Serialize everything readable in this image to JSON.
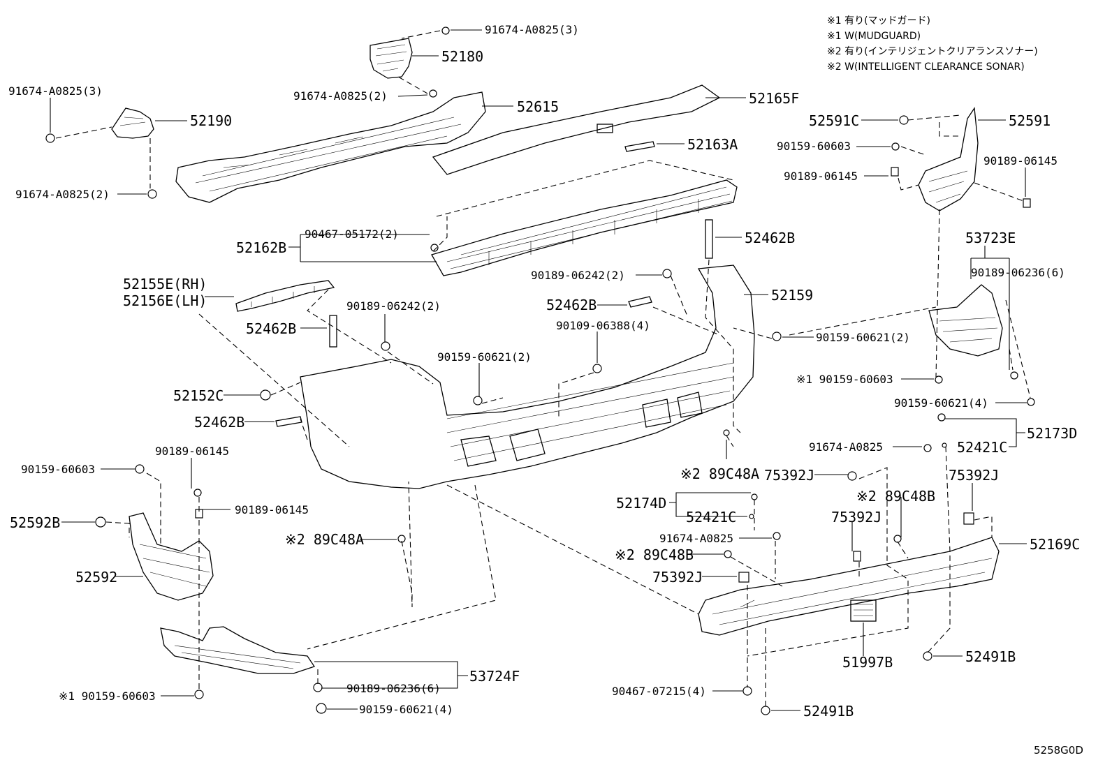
{
  "notes": [
    "※1 有り(マッドガード)",
    "※1 W(MUDGUARD)",
    "※2 有り(インテリジェントクリアランスソナー)",
    "※2 W(INTELLIGENT CLEARANCE SONAR)"
  ],
  "diagram_code": "5258G0D",
  "labels": {
    "l01": "91674-A0825(3)",
    "l02": "52180",
    "l03": "91674-A0825(3)",
    "l04": "52190",
    "l05": "91674-A0825(2)",
    "l06": "52615",
    "l07": "52165F",
    "l08": "91674-A0825(2)",
    "l09": "52163A",
    "l10": "52591C",
    "l11": "52591",
    "l12": "90159-60603",
    "l13": "90189-06145",
    "l14": "90189-06145",
    "l15": "52162B",
    "l16": "90467-05172(2)",
    "l17": "52462B",
    "l18": "53723E",
    "l19": "90189-06236(6)",
    "l20": "52155E(RH)",
    "l21": "52156E(LH)",
    "l22": "90189-06242(2)",
    "l23": "52159",
    "l24": "52462B",
    "l25": "90189-06242(2)",
    "l26": "90109-06388(4)",
    "l27": "52462B",
    "l28": "90159-60621(2)",
    "l29": "90159-60621(2)",
    "l30": "※1 90159-60603",
    "l31": "52152C",
    "l32": "90159-60621(4)",
    "l33": "52462B",
    "l34": "52173D",
    "l35": "91674-A0825",
    "l36": "52421C",
    "l37": "90189-06145",
    "l38": "90159-60603",
    "l39": "※2 89C48A",
    "l40": "75392J",
    "l41": "75392J",
    "l42": "90189-06145",
    "l43": "52174D",
    "l44": "52421C",
    "l45": "※2 89C48B",
    "l46": "52592B",
    "l47": "※2 89C48A",
    "l48": "91674-A0825",
    "l49": "75392J",
    "l50": "52169C",
    "l51": "52592",
    "l52": "※2 89C48B",
    "l53": "75392J",
    "l54": "51997B",
    "l55": "52491B",
    "l56": "53724F",
    "l57": "90189-06236(6)",
    "l58": "※1 90159-60603",
    "l59": "90159-60621(4)",
    "l60": "90467-07215(4)",
    "l61": "52491B"
  }
}
